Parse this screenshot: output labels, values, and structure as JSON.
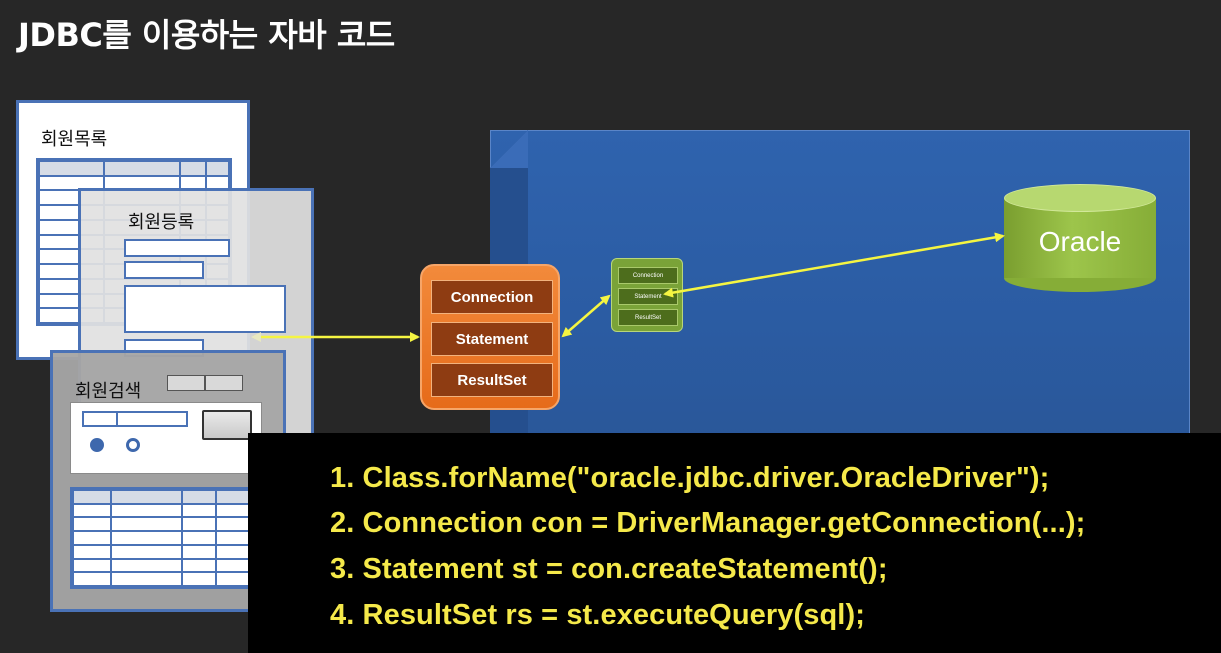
{
  "title": "JDBC를 이용하는 자바 코드",
  "windows": {
    "list": {
      "label": "회원목록"
    },
    "register": {
      "label": "회원등록"
    },
    "search": {
      "label": "회원검색"
    }
  },
  "connection_panel": {
    "items": [
      "Connection",
      "Statement",
      "ResultSet"
    ]
  },
  "driver_panel": {
    "items": [
      "Connection",
      "Statement",
      "ResultSet"
    ]
  },
  "database": {
    "label": "Oracle"
  },
  "code": {
    "lines": [
      "1. Class.forName(\"oracle.jdbc.driver.OracleDriver\");",
      "2. Connection con = DriverManager.getConnection(...);",
      "3. Statement st = con.createStatement();",
      "4. ResultSet rs = st.executeQuery(sql);"
    ]
  },
  "colors": {
    "background": "#272727",
    "stage": "#2f63ae",
    "orange_panel": "#f28a3b",
    "green_panel": "#7aa338",
    "database": "#9dc54b",
    "code_text": "#f5e94a",
    "arrow": "#f5f542"
  }
}
